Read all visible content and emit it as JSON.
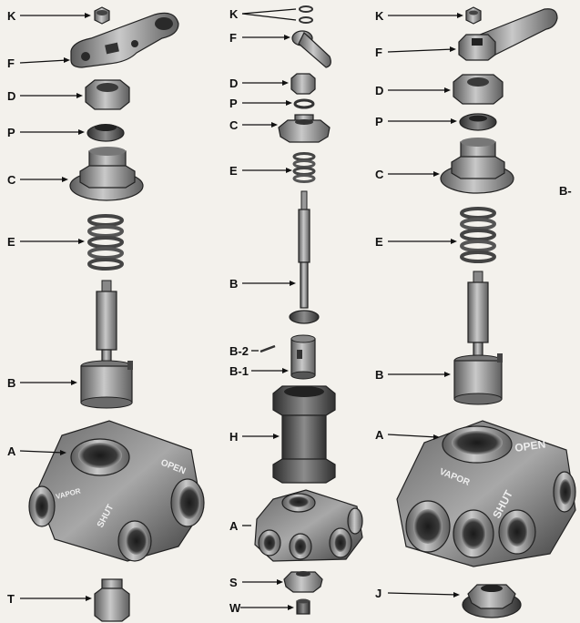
{
  "labels": {
    "left": {
      "K": "K",
      "F": "F",
      "D": "D",
      "P": "P",
      "C": "C",
      "E": "E",
      "B": "B",
      "A": "A",
      "T": "T"
    },
    "middle": {
      "K": "K",
      "F": "F",
      "D": "D",
      "P": "P",
      "C": "C",
      "E": "E",
      "B": "B",
      "B2": "B-2",
      "B1": "B-1",
      "H": "H",
      "A": "A",
      "S": "S",
      "W": "W"
    },
    "right": {
      "K": "K",
      "F": "F",
      "D": "D",
      "P": "P",
      "C": "C",
      "E": "E",
      "B": "B",
      "A": "A",
      "J": "J"
    },
    "edge": "B-"
  },
  "casting_text": {
    "left_open": "OPEN",
    "left_shut": "SHUT",
    "left_maker": "VAPOR",
    "right_open": "OPEN",
    "right_shut": "SHUT",
    "right_maker": "VAPOR"
  },
  "colors": {
    "background": "#f3f1ec",
    "metal_dark": "#4a4a4a",
    "metal_mid": "#8a8a8a",
    "metal_light": "#c4c4c4",
    "label": "#111111"
  }
}
